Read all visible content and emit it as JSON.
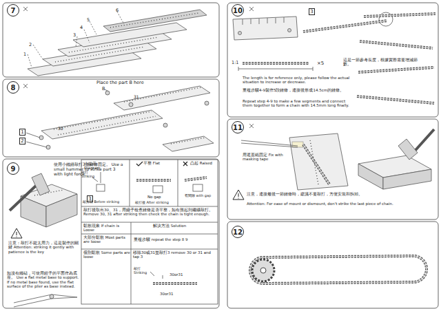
{
  "diagram": {
    "nodes": [
      {
        "text": [
          "7"
        ]
      },
      {
        "text": [
          "8"
        ]
      },
      {
        "text": [
          "1"
        ]
      },
      {
        "text": [
          "2"
        ]
      },
      {
        "text": [
          "9"
        ]
      },
      {
        "text": [
          "3"
        ]
      },
      {
        "text": [
          "10"
        ]
      },
      {
        "text": [
          "3"
        ]
      },
      {
        "text": [
          "11"
        ]
      },
      {
        "text": [
          "12"
        ]
      }
    ],
    "labels": [
      "6",
      "5",
      "4",
      "3",
      "2",
      "1",
      "Place the part B here",
      "B",
      "31",
      "30",
      "使用小鐵錘敲打3使鏈條固定。 Use a small hammer to strike part 3 with light force.",
      "小提示 Diagram",
      "敲打 Striking",
      "敲打前 Before striking",
      "平整 Flat",
      "No gap",
      "凸起 Raised",
      "有間隙 with gap",
      "敲打後 After striking",
      "敲打後取出30、31，用鑷子檢查鏈條是否平整，如有翹起則繼續敲打。 Remove 30, 31 after striking then check the chain is tight enough.",
      "鬆散現象 If chain is Loose",
      "解決方法 Solution",
      "大部分鬆散 Most parts are loose",
      "重複步驟 repeat the step 8 9",
      "個別鬆散 Some parts are loose",
      "移除30或31並敲打3 remove 30 or 31 and tap 3",
      "敲打 Striking",
      "30or31",
      "30or31",
      "注意：敲打不能太用力，這是製作的關鍵 Attention: striking it gently with patience is the key",
      "如沒有鐵砧，可使用鉗子的平面作為底座。 Use a flat metal base to support. If no metal base found, use the flat surface of the plier as base instead.",
      "1:1",
      "×5",
      "這是一節參考長度，根據實際需要增減節數。",
      "The length is for reference only, please follow the actual situation to increase or decrease.",
      "重複步驟4-9製作5段鏈條，連接後形成14.5cm的鏈條。",
      "Repeat step 4-9 to make a few segments and connect them together to form a chain with 14.5mm long finally.",
      "用遮蓋紙固定 Fix with masking tape",
      "注意，連接最後一節鏈條時，建議不要敲打，方便安裝和拆卸。",
      "Attention: For ease of mount or dismount, don't strike the last piece of chain."
    ]
  }
}
